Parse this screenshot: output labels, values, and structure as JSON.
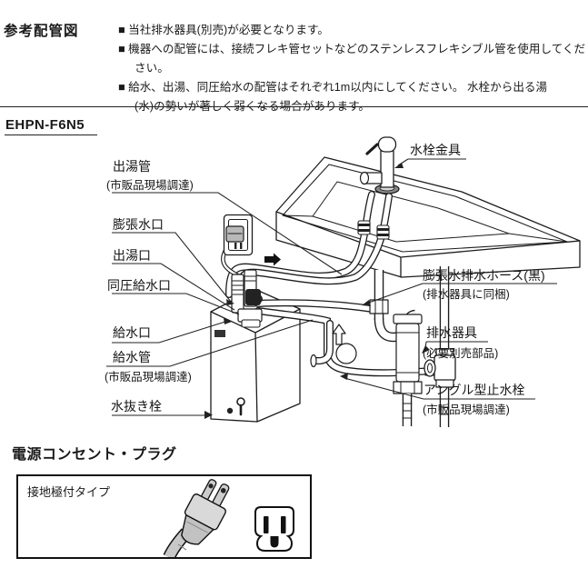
{
  "header": {
    "title": "参考配管図",
    "bullets": [
      "■ 当社排水器具(別売)が必要となります。",
      "■ 機器への配管には、接続フレキ管セットなどのステンレスフレキシブル管を使用してください。",
      "■ 給水、出湯、同圧給水の配管はそれぞれ1m以内にしてください。 水栓から出る湯\n(水)の勢いが著しく弱くなる場合があります。"
    ]
  },
  "model": {
    "number": "EHPN-F6N5"
  },
  "diagram": {
    "labels": {
      "hot_water_pipe": "出湯管",
      "hot_water_pipe_note": "(市販品現場調達)",
      "expansion_port": "膨張水口",
      "hot_water_outlet": "出湯口",
      "same_pressure_inlet": "同圧給水口",
      "water_inlet": "給水口",
      "supply_pipe": "給水管",
      "supply_pipe_note": "(市販品現場調達)",
      "drain_plug": "水抜き栓",
      "faucet": "水栓金具",
      "expansion_hose": "膨張水排水ホース(黒)",
      "expansion_hose_note": "(排水器具に同梱)",
      "drain_fixture": "排水器具",
      "drain_fixture_note": "(必要別売部品)",
      "angle_valve": "アングル型止水栓",
      "angle_valve_note": "(市販品現場調達)"
    }
  },
  "power": {
    "title": "電源コンセント・プラグ",
    "type_label": "接地極付タイプ"
  },
  "colors": {
    "ink": "#1a1a1a",
    "line": "#1d1d1d",
    "plug_body": "#d9d9d9",
    "plug_boot": "#c2c2c2",
    "cord": "#c8c8c8"
  }
}
